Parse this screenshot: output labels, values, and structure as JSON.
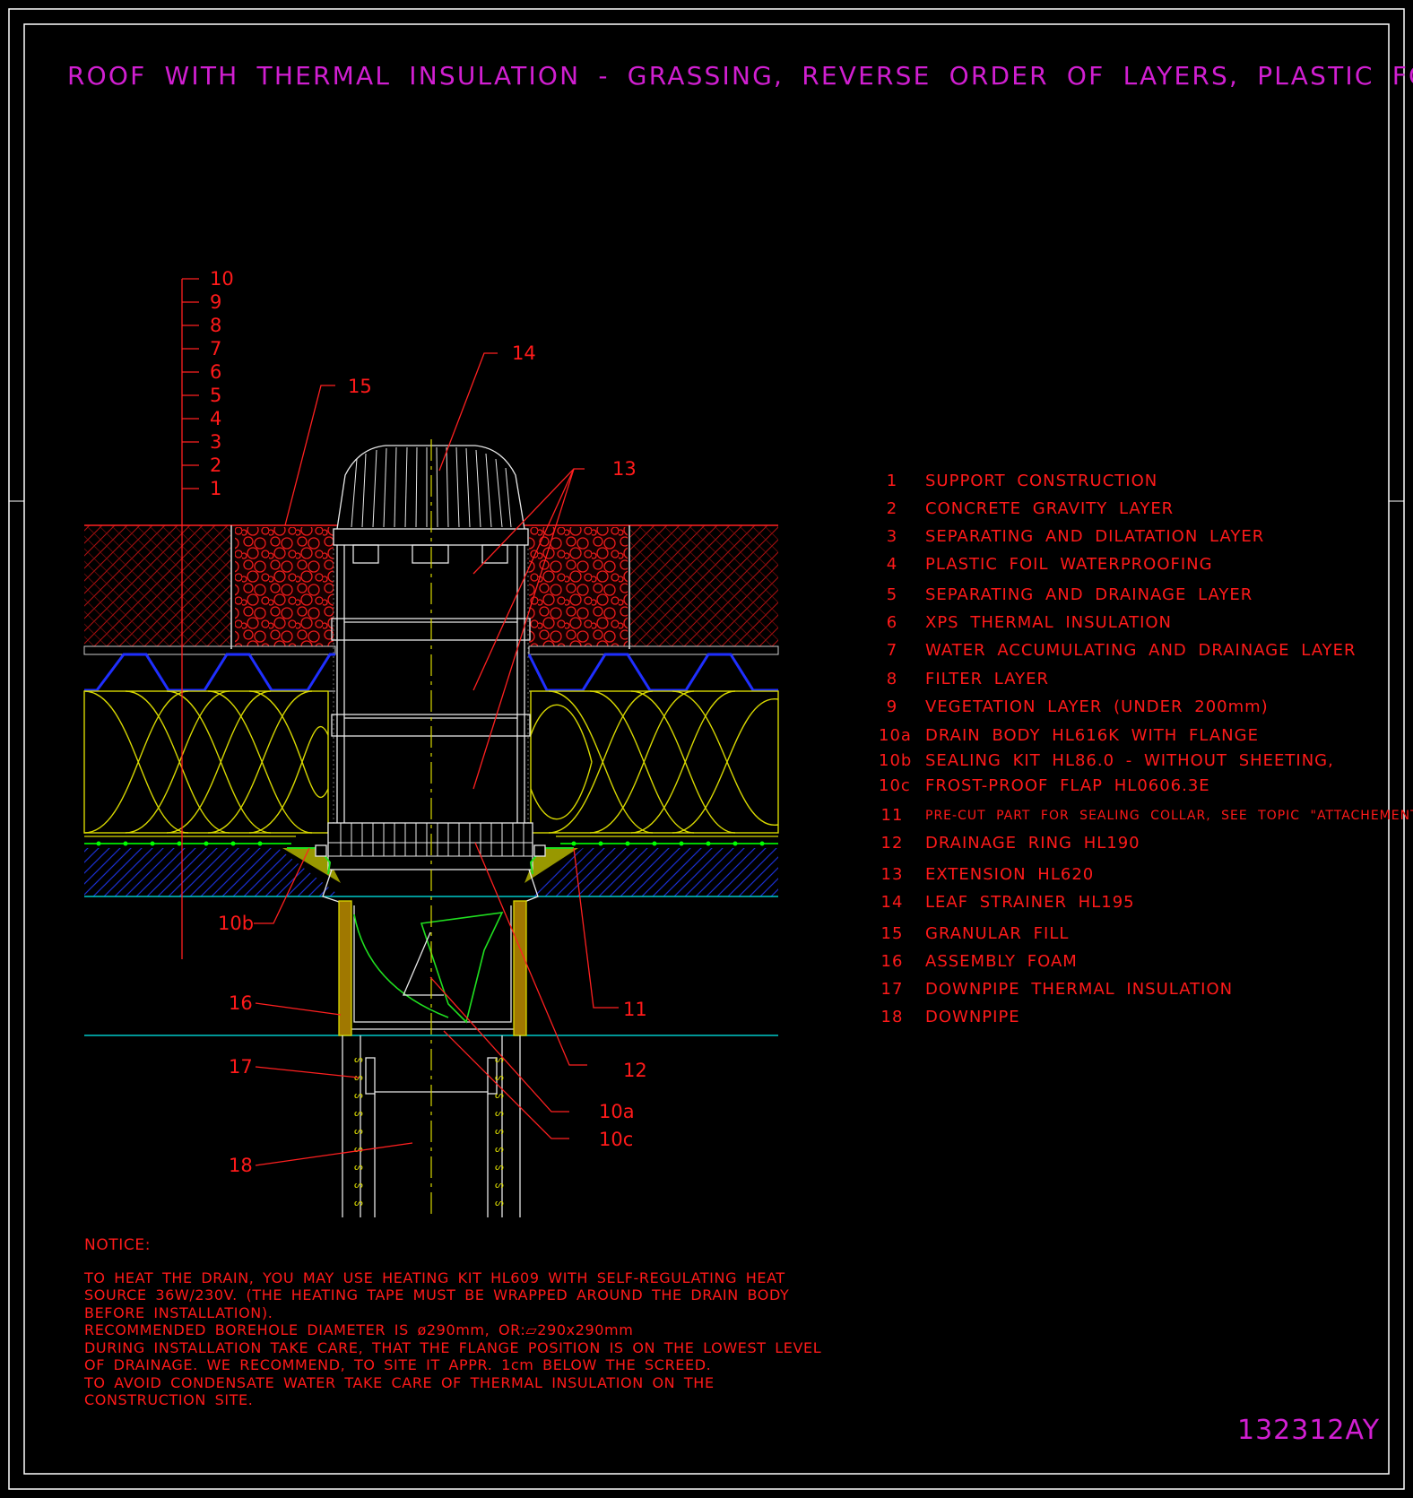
{
  "title": "ROOF WITH THERMAL INSULATION - GRASSING, REVERSE ORDER OF LAYERS, PLASTIC FOIL",
  "drawing_code": "132312AY",
  "scale_labels": [
    "10",
    "9",
    "8",
    "7",
    "6",
    "5",
    "4",
    "3",
    "2",
    "1"
  ],
  "callouts": {
    "c14": "14",
    "c15": "15",
    "c13": "13",
    "c10b": "10b",
    "c16": "16",
    "c17": "17",
    "c18": "18",
    "c11": "11",
    "c12": "12",
    "c10a": "10a",
    "c10c": "10c"
  },
  "legend": [
    {
      "num": "1",
      "text": "SUPPORT CONSTRUCTION"
    },
    {
      "num": "2",
      "text": "CONCRETE GRAVITY LAYER"
    },
    {
      "num": "3",
      "text": "SEPARATING AND DILATATION LAYER"
    },
    {
      "num": "4",
      "text": "PLASTIC FOIL WATERPROOFING"
    },
    {
      "num": "5",
      "text": "SEPARATING AND DRAINAGE LAYER"
    },
    {
      "num": "6",
      "text": "XPS THERMAL INSULATION"
    },
    {
      "num": "7",
      "text": "WATER ACCUMULATING AND DRAINAGE LAYER"
    },
    {
      "num": "8",
      "text": "FILTER LAYER"
    },
    {
      "num": "9",
      "text": "VEGETATION LAYER (UNDER 200mm)"
    },
    {
      "num": "10a",
      "text": "DRAIN BODY HL616K WITH FLANGE"
    },
    {
      "num": "10b",
      "text": "SEALING KIT HL86.0 - WITHOUT SHEETING,"
    },
    {
      "num": "10c",
      "text": "FROST-PROOF FLAP HL0606.3E"
    },
    {
      "num": "11",
      "text": "PRE-CUT PART FOR SEALING COLLAR, SEE TOPIC \"ATTACHEMENTS\""
    },
    {
      "num": "12",
      "text": "DRAINAGE RING HL190"
    },
    {
      "num": "13",
      "text": "EXTENSION HL620"
    },
    {
      "num": "14",
      "text": "LEAF STRAINER HL195"
    },
    {
      "num": "15",
      "text": "GRANULAR FILL"
    },
    {
      "num": "16",
      "text": "ASSEMBLY FOAM"
    },
    {
      "num": "17",
      "text": "DOWNPIPE THERMAL INSULATION"
    },
    {
      "num": "18",
      "text": "DOWNPIPE"
    }
  ],
  "notice": {
    "heading": "NOTICE:",
    "lines": [
      "TO HEAT THE DRAIN, YOU MAY USE HEATING KIT HL609 WITH SELF-REGULATING HEAT",
      "SOURCE 36W/230V. (THE HEATING TAPE MUST BE WRAPPED AROUND THE DRAIN BODY",
      "BEFORE INSTALLATION).",
      "RECOMMENDED BOREHOLE DIAMETER IS ø290mm, OR:▱290x290mm",
      "DURING INSTALLATION TAKE CARE, THAT THE FLANGE POSITION IS ON THE LOWEST LEVEL",
      "OF DRAINAGE. WE RECOMMEND, TO SITE IT APPR. 1cm BELOW THE SCREED.",
      "TO AVOID CONDENSATE WATER TAKE CARE OF THERMAL INSULATION ON THE",
      "CONSTRUCTION SITE."
    ]
  },
  "colors": {
    "background": "#000000",
    "title": "#d11fd1",
    "annotation": "#ff1a1a",
    "insulation": "#d8d800",
    "drainage": "#1f2fff",
    "screed": "#00c8c8",
    "fill": "#a00000",
    "membrane": "#00d000"
  }
}
